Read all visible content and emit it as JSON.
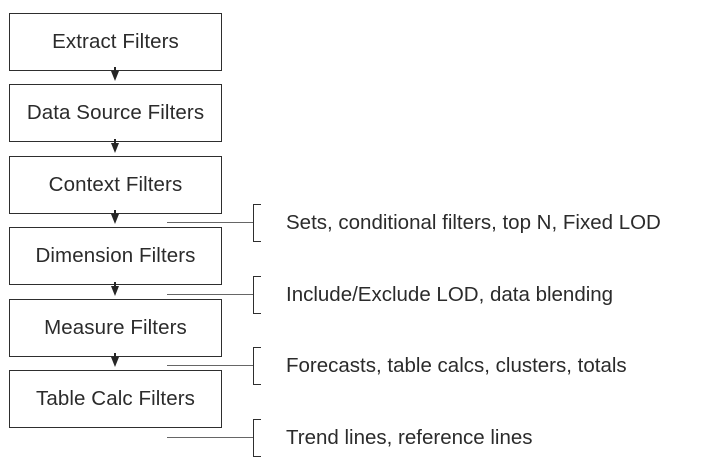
{
  "filters": [
    {
      "label": "Extract Filters"
    },
    {
      "label": "Data Source Filters"
    },
    {
      "label": "Context Filters"
    },
    {
      "label": "Dimension Filters"
    },
    {
      "label": "Measure Filters"
    },
    {
      "label": "Table Calc Filters"
    }
  ],
  "notes": [
    {
      "text": "Sets, conditional filters, top N, Fixed LOD"
    },
    {
      "text": "Include/Exclude LOD, data blending"
    },
    {
      "text": "Forecasts, table calcs, clusters, totals"
    },
    {
      "text": "Trend lines, reference lines"
    }
  ]
}
